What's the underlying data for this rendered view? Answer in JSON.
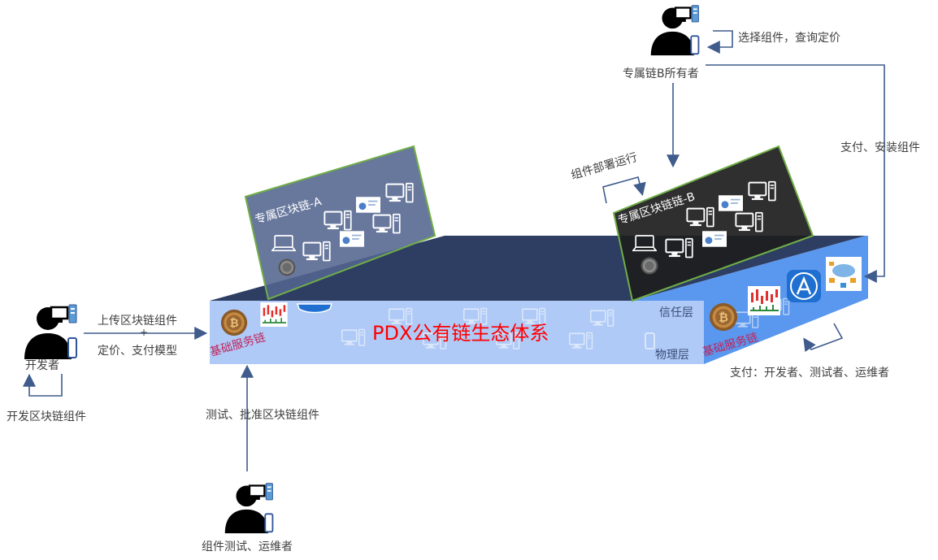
{
  "platform": {
    "title": "PDX公有链生态体系",
    "trust_layer": "信任层",
    "physical_layer": "物理层",
    "base_chain_left": "基础服务链",
    "base_chain_right": "基础服务链"
  },
  "chains": {
    "chain_a": "专属区块链-A",
    "chain_b": "专属区块链链-B"
  },
  "actors": {
    "developer": "开发者",
    "owner": "专属链B所有者",
    "tester": "组件测试、运维者"
  },
  "flows": {
    "upload": "上传区块链组件",
    "plus": "+",
    "pricing": "定价、支付模型",
    "develop": "开发区块链组件",
    "test_approve": "测试、批准区块链组件",
    "select": "选择组件，查询定价",
    "pay_install": "支付、安装组件",
    "deploy": "组件部署运行",
    "pay_roles": "支付：开发者、测试者、运维者"
  },
  "colors": {
    "top_face": "#2e3e63",
    "front_face": "#a9c7f7",
    "side_face": "#5a97ee",
    "chain_a_panel": "#53658f",
    "chain_b_panel": "#1d1d1d",
    "panel_border": "#70ad47",
    "title_red": "#ff0000",
    "arrow": "#3f5c8c"
  }
}
